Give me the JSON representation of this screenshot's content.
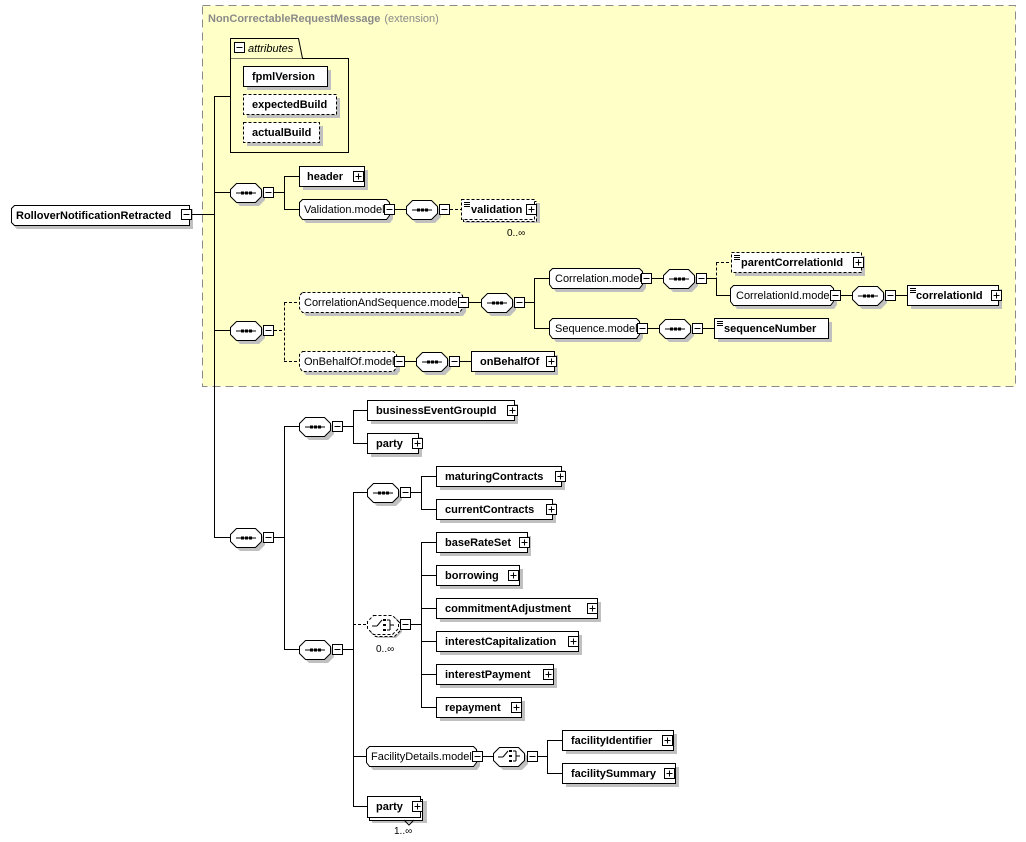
{
  "colors": {
    "extension_fill": "#FFFFC8",
    "extension_border": "#8a8a8a",
    "shadow": "#c0c0c0"
  },
  "extension": {
    "name": "NonCorrectableRequestMessage",
    "suffix": "(extension)"
  },
  "root": {
    "label": "RolloverNotificationRetracted"
  },
  "attributes": {
    "title": "attributes",
    "items": [
      "fpmlVersion",
      "expectedBuild",
      "actualBuild"
    ]
  },
  "nodes": {
    "header": "header",
    "validation_model": "Validation.model",
    "validation": "validation",
    "validation_occ": "0..∞",
    "corr_seq_model": "CorrelationAndSequence.model",
    "correlation_model": "Correlation.model",
    "parent_correlation_id": "parentCorrelationId",
    "correlation_id_model": "CorrelationId.model",
    "correlation_id": "correlationId",
    "sequence_model": "Sequence.model",
    "sequence_number": "sequenceNumber",
    "on_behalf_of_model": "OnBehalfOf.model",
    "on_behalf_of": "onBehalfOf",
    "business_event_group_id": "businessEventGroupId",
    "party1": "party",
    "maturing_contracts": "maturingContracts",
    "current_contracts": "currentContracts",
    "choice_occ": "0..∞",
    "base_rate_set": "baseRateSet",
    "borrowing": "borrowing",
    "commitment_adjustment": "commitmentAdjustment",
    "interest_capitalization": "interestCapitalization",
    "interest_payment": "interestPayment",
    "repayment": "repayment",
    "facility_details_model": "FacilityDetails.model",
    "facility_identifier": "facilityIdentifier",
    "facility_summary": "facilitySummary",
    "party2": "party",
    "party2_occ": "1..∞"
  }
}
